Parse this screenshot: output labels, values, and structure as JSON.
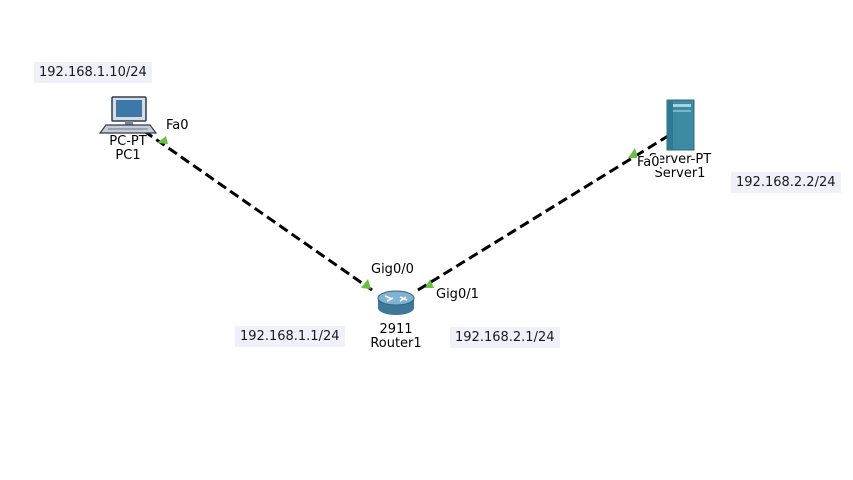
{
  "devices": {
    "pc": {
      "model": "PC-PT",
      "name": "PC1",
      "ip": "192.168.1.10/24",
      "port": "Fa0"
    },
    "router": {
      "model": "2911",
      "name": "Router1",
      "port_left": "Gig0/0",
      "port_right": "Gig0/1",
      "ip_left": "192.168.1.1/24",
      "ip_right": "192.168.2.1/24"
    },
    "server": {
      "model": "Server-PT",
      "name": "Server1",
      "ip": "192.168.2.2/24",
      "port": "Fa0"
    }
  },
  "links": [
    {
      "from": "PC1:Fa0",
      "to": "Router1:Gig0/0",
      "style": "dashed",
      "status": "up"
    },
    {
      "from": "Router1:Gig0/1",
      "to": "Server1:Fa0",
      "style": "dashed",
      "status": "up"
    }
  ],
  "colors": {
    "link_up": "#6abf3f",
    "note_bg": "#eef1fa",
    "server": "#3d8aa3",
    "router": "#4a88a8"
  },
  "icons": {
    "pc": "desktop-pc-icon",
    "router": "router-icon",
    "server": "server-tower-icon"
  }
}
